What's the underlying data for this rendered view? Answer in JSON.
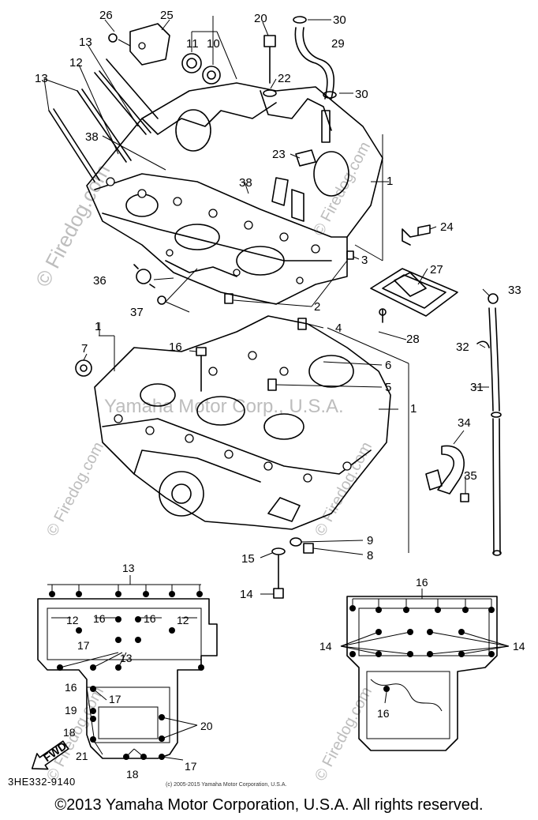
{
  "callouts": {
    "c26": "26",
    "c25": "25",
    "c11": "11",
    "c10": "10",
    "c20a": "20",
    "c30a": "30",
    "c29": "29",
    "c13a": "13",
    "c12a": "12",
    "c13b": "13",
    "c22": "22",
    "c30b": "30",
    "c38a": "38",
    "c23": "23",
    "c1a": "1",
    "c38b": "38",
    "c24": "24",
    "c3": "3",
    "c27": "27",
    "c36": "36",
    "c33": "33",
    "c2": "2",
    "c37": "37",
    "c4": "4",
    "c28": "28",
    "c1b": "1",
    "c7": "7",
    "c16a": "16",
    "c32": "32",
    "c6": "6",
    "c5": "5",
    "c31": "31",
    "c1c": "1",
    "c34": "34",
    "c35": "35",
    "c9": "9",
    "c8": "8",
    "c15": "15",
    "c14a": "14",
    "l13": "13",
    "l12a": "12",
    "l16a": "16",
    "l16b": "16",
    "l12b": "12",
    "l17a": "17",
    "l13b": "13",
    "l16c": "16",
    "l17b": "17",
    "l19": "19",
    "l18a": "18",
    "l20": "20",
    "l21": "21",
    "l18b": "18",
    "l17c": "17",
    "r16a": "16",
    "r14a": "14",
    "r14b": "14",
    "r16b": "16"
  },
  "watermarks": {
    "site": "© Firedog.com",
    "brand": "Yamaha Motor Corp., U.S.A."
  },
  "fwd_label": "FWD",
  "diagram_code": "3HE332-9140",
  "small_copyright": "(c) 2005-2015 Yamaha Motor Corporation, U.S.A.",
  "copyright": "©2013 Yamaha Motor Corporation, U.S.A. All rights reserved."
}
